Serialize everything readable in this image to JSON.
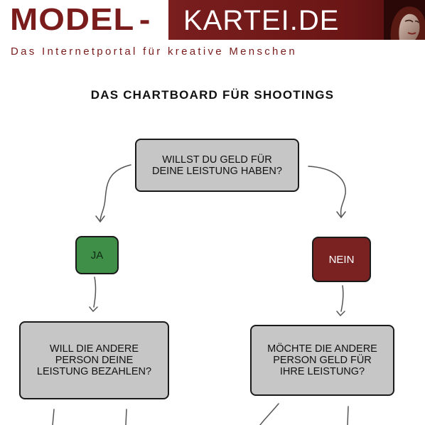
{
  "header": {
    "logo_left": "MODEL",
    "logo_dash": "-",
    "logo_right": "KARTEI.DE",
    "tagline": "Das Internetportal für kreative Menschen",
    "avatar_icon": "portrait-photo"
  },
  "title": "DAS CHARTBOARD FÜR SHOOTINGS",
  "nodes": {
    "q1": "WILLST DU GELD FÜR\nDEINE LEISTUNG HABEN?",
    "yes": "JA",
    "no": "NEIN",
    "q_yes": "WILL DIE ANDERE\nPERSON DEINE\nLEISTUNG BEZAHLEN?",
    "q_no": "MÖCHTE DIE ANDERE\nPERSON GELD FÜR\nIHRE LEISTUNG?"
  },
  "colors": {
    "brand": "#7a1c1c",
    "box_fill": "#c6c6c6",
    "yes_fill": "#3f8f48",
    "no_fill": "#7a2222"
  }
}
